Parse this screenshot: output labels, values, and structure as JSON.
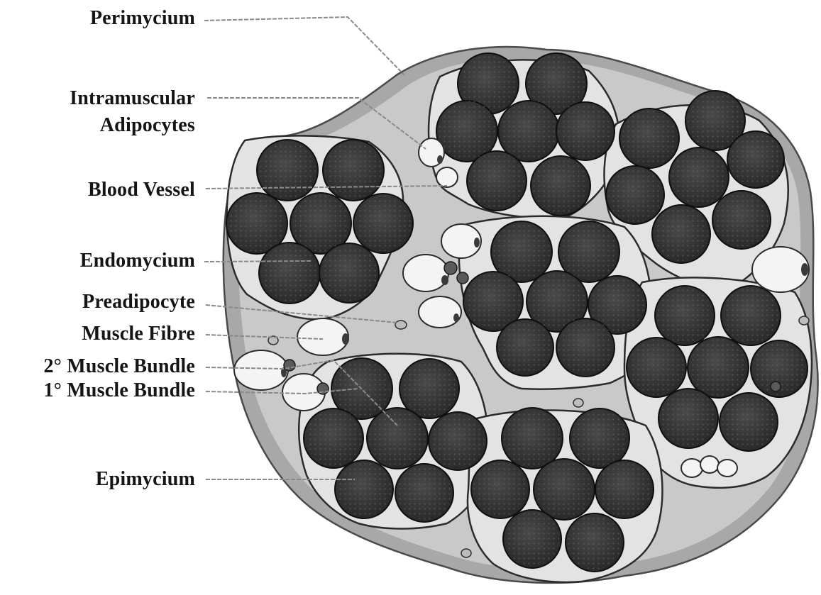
{
  "labels": {
    "perimycium": "Perimycium",
    "intramuscular_line1": "Intramuscular",
    "intramuscular_line2": "Adipocytes",
    "blood_vessel": "Blood Vessel",
    "endomycium": "Endomycium",
    "preadipocyte": "Preadipocyte",
    "muscle_fibre": "Muscle Fibre",
    "secondary_bundle": "2° Muscle Bundle",
    "primary_bundle": "1° Muscle Bundle",
    "epimycium": "Epimycium"
  },
  "colors": {
    "epimycium_fill": "#a8a8a8",
    "perimycium_fill": "#c9c9c9",
    "bundle_fill": "#e3e3e3",
    "fibre_fill": "#303030",
    "fibre_stroke": "#0f0f0f",
    "adipocyte_fill": "#f4f4f4",
    "leader_line": "#8a8a8a",
    "label_text": "#151515"
  }
}
